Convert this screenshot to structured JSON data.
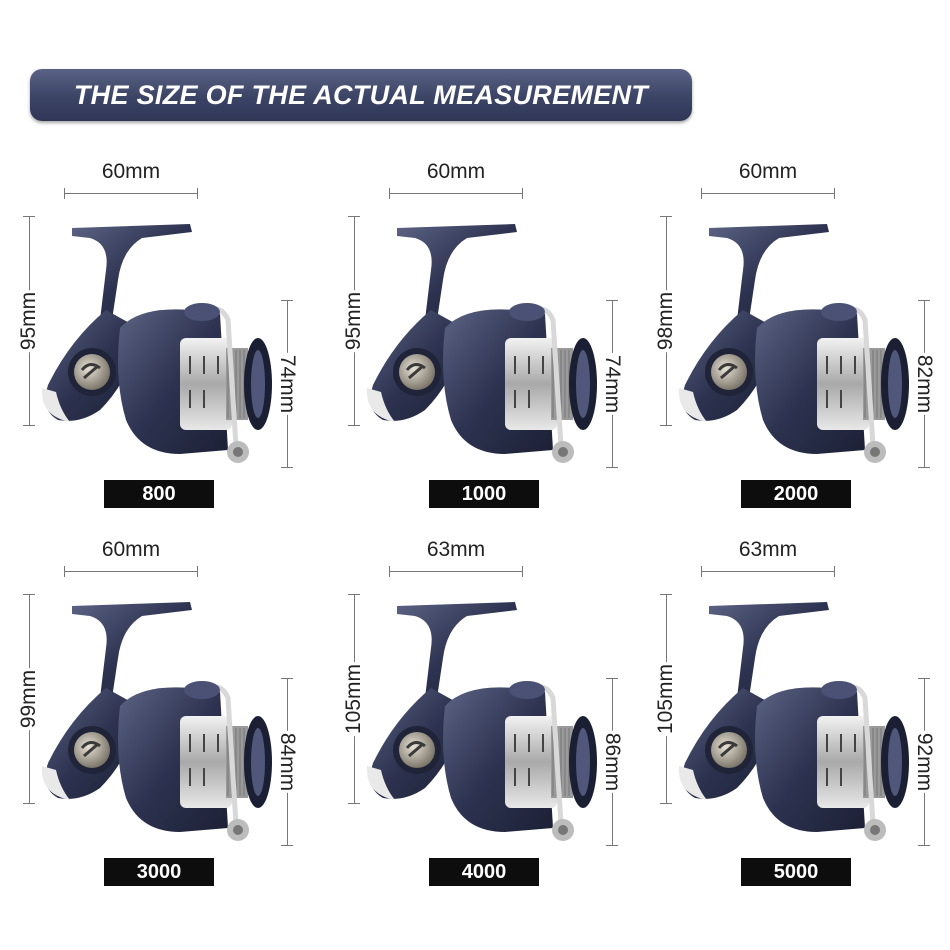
{
  "banner": {
    "title": "THE SIZE OF THE ACTUAL MEASUREMENT"
  },
  "colors": {
    "banner": "#3c4466",
    "label_bg": "#0d0d0d",
    "reel_body": "#3a4060",
    "spool": "#c9c9c9"
  },
  "icons": {
    "reel": "spinning-reel-icon"
  },
  "reels": [
    {
      "size": "800",
      "width": "60mm",
      "height": "95mm",
      "spool": "74mm"
    },
    {
      "size": "1000",
      "width": "60mm",
      "height": "95mm",
      "spool": "74mm"
    },
    {
      "size": "2000",
      "width": "60mm",
      "height": "98mm",
      "spool": "82mm"
    },
    {
      "size": "3000",
      "width": "60mm",
      "height": "99mm",
      "spool": "84mm"
    },
    {
      "size": "4000",
      "width": "63mm",
      "height": "105mm",
      "spool": "86mm"
    },
    {
      "size": "5000",
      "width": "63mm",
      "height": "105mm",
      "spool": "92mm"
    }
  ]
}
